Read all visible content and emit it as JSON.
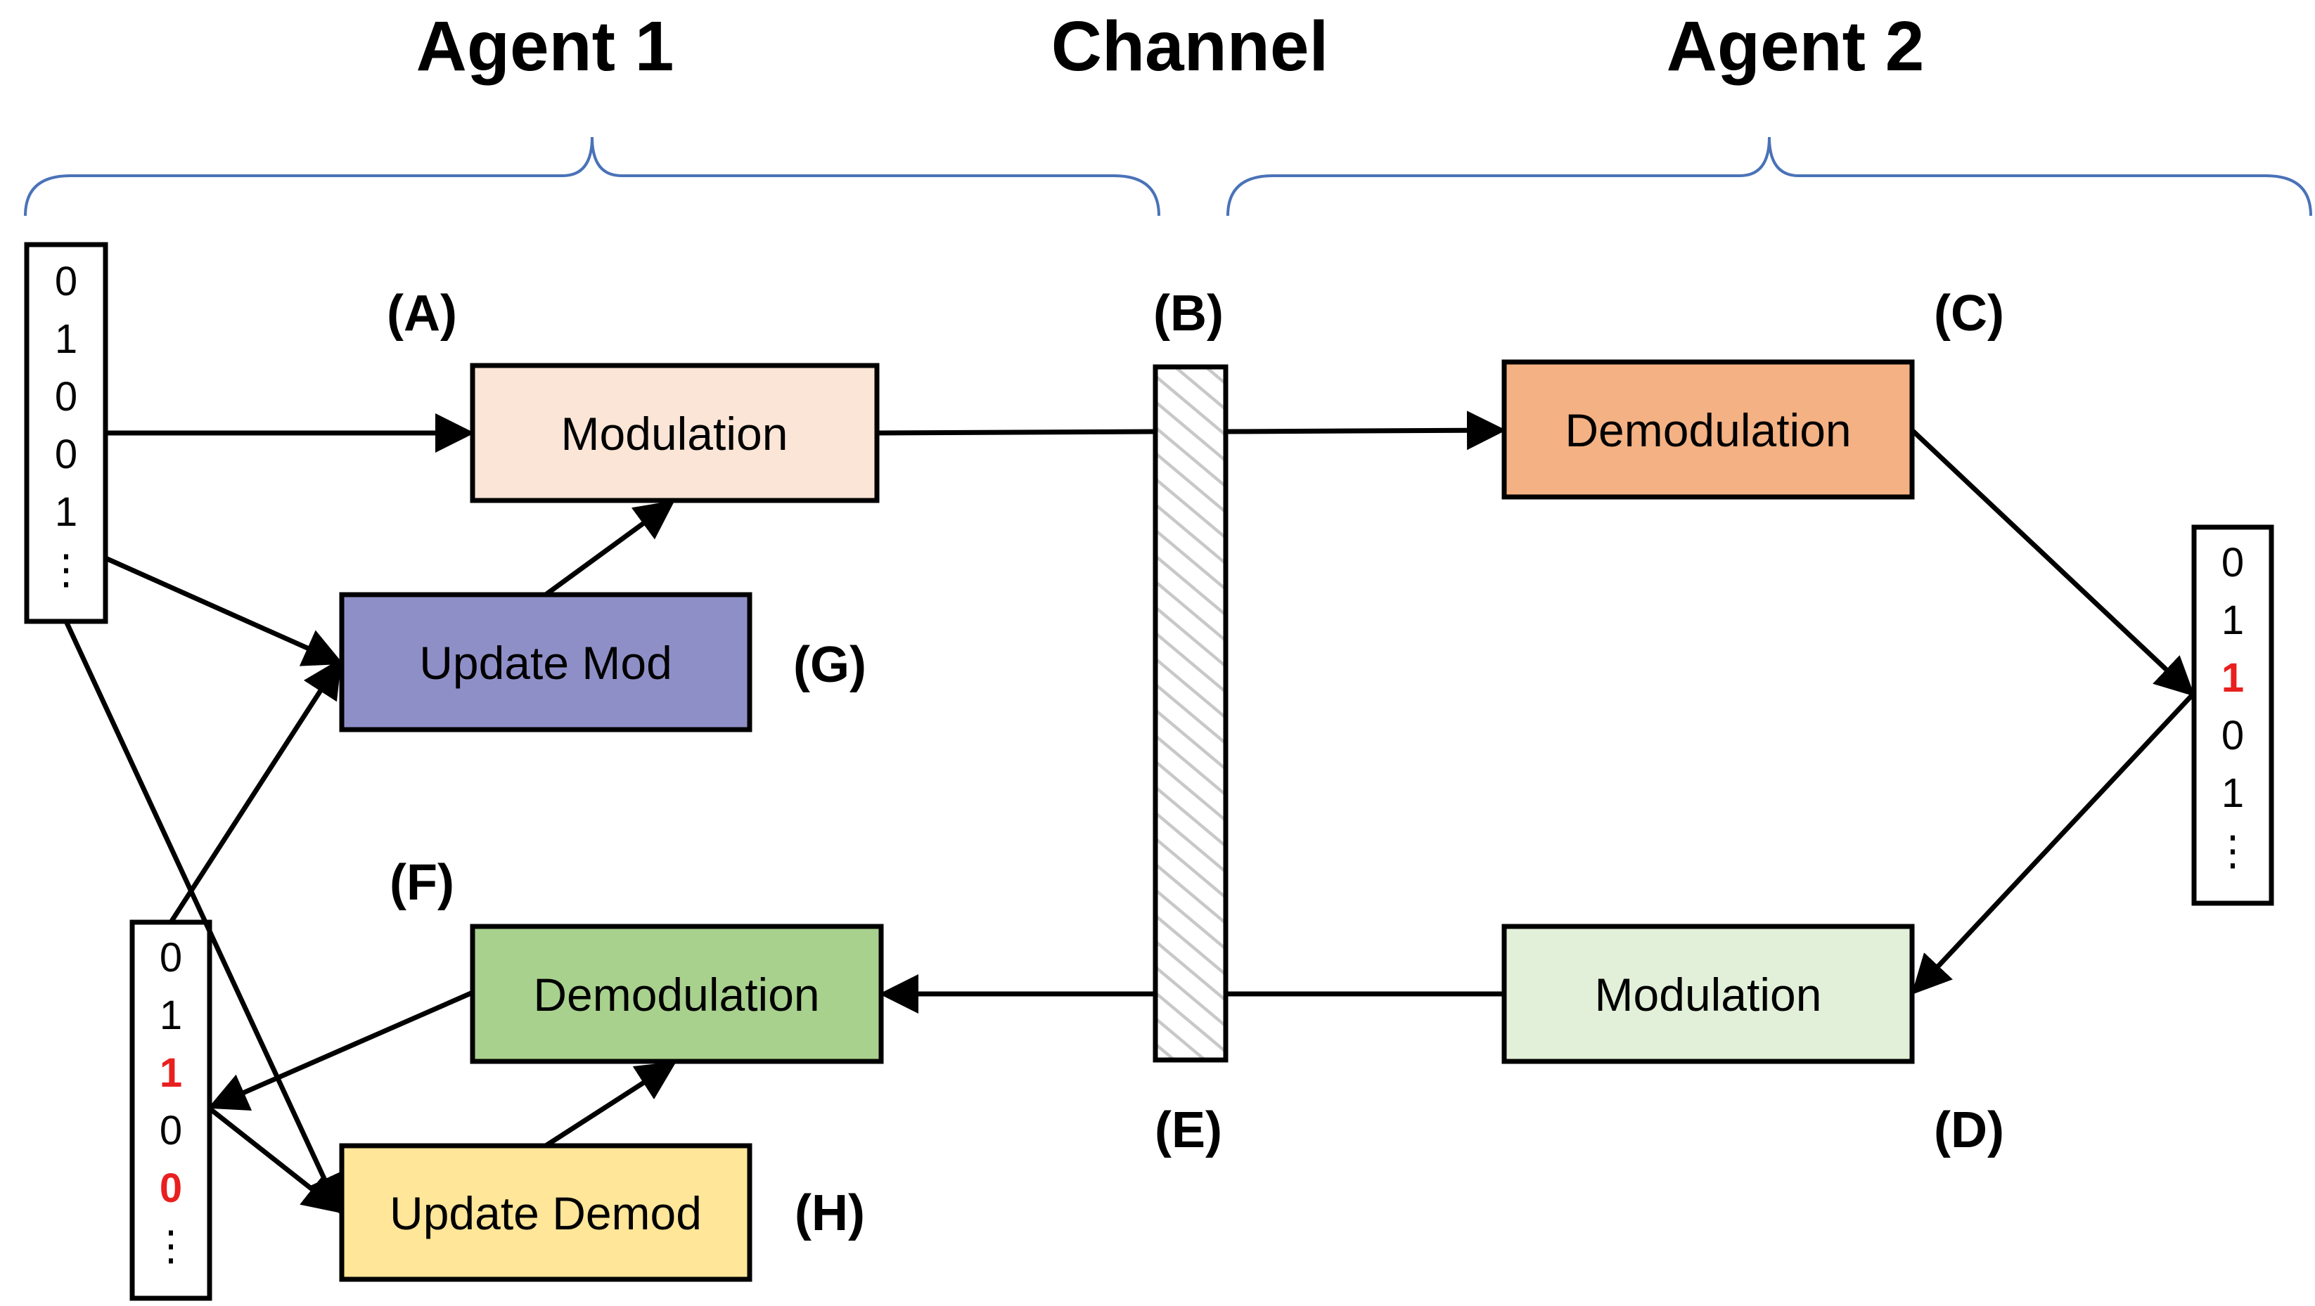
{
  "headings": {
    "agent1": "Agent 1",
    "channel": "Channel",
    "agent2": "Agent 2"
  },
  "tags": {
    "a": "(A)",
    "b": "(B)",
    "c": "(C)",
    "d": "(D)",
    "e": "(E)",
    "f": "(F)",
    "g": "(G)",
    "h": "(H)"
  },
  "boxes": {
    "agent1_modulation": {
      "label": "Modulation",
      "color": "#fbe5d6"
    },
    "agent1_update_mod": {
      "label": "Update Mod",
      "color": "#8f8fc8"
    },
    "agent1_demodulation": {
      "label": "Demodulation",
      "color": "#a9d18e"
    },
    "agent1_update_demod": {
      "label": "Update Demod",
      "color": "#ffe699"
    },
    "agent2_demodulation": {
      "label": "Demodulation",
      "color": "#f4b183"
    },
    "agent2_modulation": {
      "label": "Modulation",
      "color": "#e2f0d9"
    }
  },
  "bitstreams": {
    "source": {
      "bits": [
        "0",
        "1",
        "0",
        "0",
        "1",
        "⋮"
      ],
      "errors": []
    },
    "agent2_received": {
      "bits": [
        "0",
        "1",
        "1",
        "0",
        "1",
        "⋮"
      ],
      "errors": [
        2
      ]
    },
    "agent1_received": {
      "bits": [
        "0",
        "1",
        "1",
        "0",
        "0",
        "⋮"
      ],
      "errors": [
        2,
        4
      ]
    }
  },
  "colors": {
    "bit_error": "#e8201f",
    "brace": "#4a72b8",
    "channel_hatch": "#c8c8c8"
  }
}
